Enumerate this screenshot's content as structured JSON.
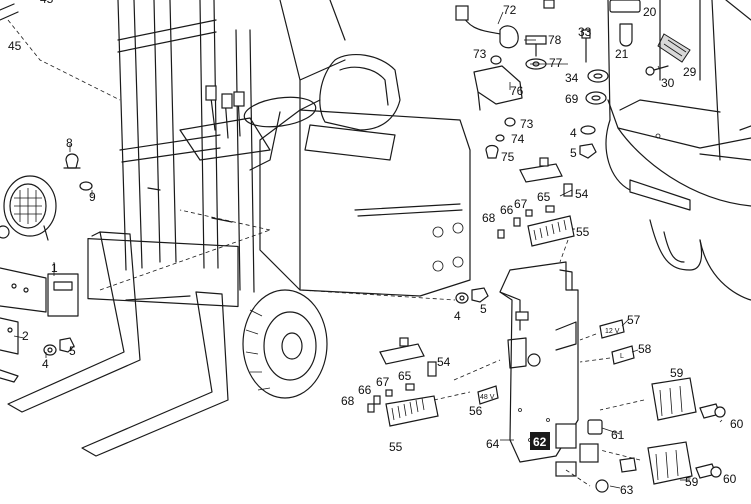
{
  "labels": [
    {
      "id": "p45",
      "text": "45"
    },
    {
      "id": "p72",
      "text": "72"
    },
    {
      "id": "p20",
      "text": "20"
    },
    {
      "id": "p33",
      "text": "33"
    },
    {
      "id": "p78",
      "text": "78"
    },
    {
      "id": "p21",
      "text": "21"
    },
    {
      "id": "p73a",
      "text": "73"
    },
    {
      "id": "p77",
      "text": "77"
    },
    {
      "id": "p29",
      "text": "29"
    },
    {
      "id": "p34",
      "text": "34"
    },
    {
      "id": "p30",
      "text": "30"
    },
    {
      "id": "p76",
      "text": "76"
    },
    {
      "id": "p69",
      "text": "69"
    },
    {
      "id": "p73b",
      "text": "73"
    },
    {
      "id": "p4a",
      "text": "4"
    },
    {
      "id": "p74",
      "text": "74"
    },
    {
      "id": "p5a",
      "text": "5"
    },
    {
      "id": "p8",
      "text": "8"
    },
    {
      "id": "p75",
      "text": "75"
    },
    {
      "id": "p9",
      "text": "9"
    },
    {
      "id": "p54a",
      "text": "54"
    },
    {
      "id": "p65a",
      "text": "65"
    },
    {
      "id": "p67a",
      "text": "67"
    },
    {
      "id": "p66a",
      "text": "66"
    },
    {
      "id": "p68a",
      "text": "68"
    },
    {
      "id": "p55a",
      "text": "55"
    },
    {
      "id": "p1",
      "text": "1"
    },
    {
      "id": "p4b",
      "text": "4"
    },
    {
      "id": "p5b",
      "text": "5"
    },
    {
      "id": "p57",
      "text": "57"
    },
    {
      "id": "p2",
      "text": "2"
    },
    {
      "id": "p58",
      "text": "58"
    },
    {
      "id": "p4c",
      "text": "4"
    },
    {
      "id": "p5c",
      "text": "5"
    },
    {
      "id": "p54b",
      "text": "54"
    },
    {
      "id": "p59a",
      "text": "59"
    },
    {
      "id": "p67b",
      "text": "67"
    },
    {
      "id": "p65b",
      "text": "65"
    },
    {
      "id": "p66b",
      "text": "66"
    },
    {
      "id": "p68b",
      "text": "68"
    },
    {
      "id": "p56",
      "text": "56"
    },
    {
      "id": "p60a",
      "text": "60"
    },
    {
      "id": "p61",
      "text": "61"
    },
    {
      "id": "p55b",
      "text": "55"
    },
    {
      "id": "p64",
      "text": "64"
    },
    {
      "id": "p60b",
      "text": "60"
    },
    {
      "id": "p59b",
      "text": "59"
    },
    {
      "id": "p63",
      "text": "63"
    }
  ],
  "highlighted_label": "62",
  "voltage_tags": [
    "12 V",
    "L",
    "48 V"
  ]
}
